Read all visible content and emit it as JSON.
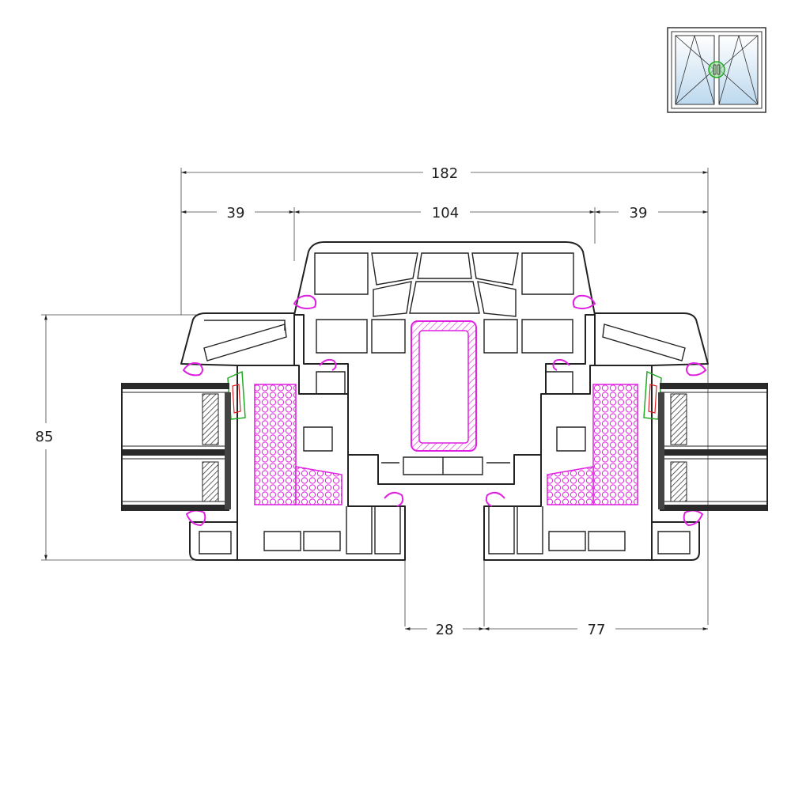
{
  "dimensions": {
    "overall_width": "182",
    "left_sash": "39",
    "mullion": "104",
    "right_sash": "39",
    "height": "85",
    "gap": "28",
    "right_part": "77"
  },
  "thumbnail": {
    "icon": "double-casement-window-icon"
  },
  "colors": {
    "line": "#222222",
    "seal": "#e020e0",
    "insulation": "#e020e0",
    "gasket_green": "#22aa22",
    "gasket_red": "#e02020",
    "glass_fill": "#2a2a2a",
    "thumb_glass": "#bcd8ee"
  }
}
